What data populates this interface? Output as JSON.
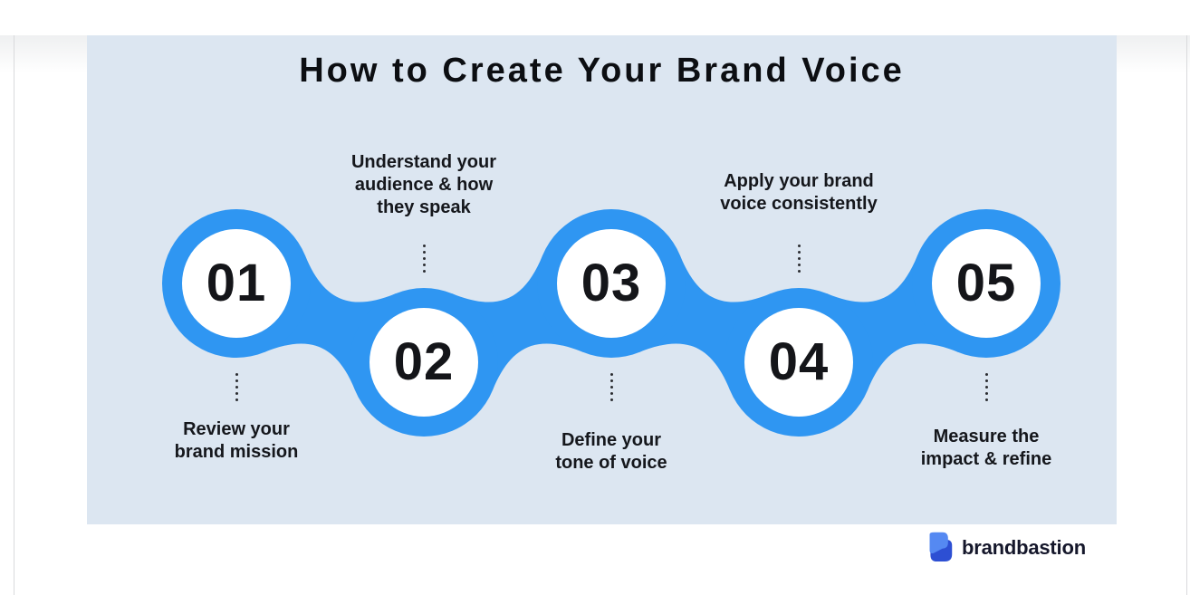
{
  "infographic": {
    "title": "How to Create Your Brand Voice",
    "steps": [
      {
        "number": "01",
        "label": "Review your\nbrand mission",
        "label_position": "below"
      },
      {
        "number": "02",
        "label": "Understand your\naudience & how\nthey speak",
        "label_position": "above"
      },
      {
        "number": "03",
        "label": "Define your\ntone of voice",
        "label_position": "below"
      },
      {
        "number": "04",
        "label": "Apply your brand\nvoice consistently",
        "label_position": "above"
      },
      {
        "number": "05",
        "label": "Measure the\nimpact & refine",
        "label_position": "below"
      }
    ],
    "colors": {
      "panel_background": "#dce6f1",
      "chain_blue": "#2f96f2",
      "circle_fill": "#ffffff",
      "step_number_text": "#141519",
      "label_text": "#15171c",
      "dot_color": "#2b2d31"
    }
  },
  "footer": {
    "brand_name": "brandbastion",
    "logo_icon": "brandbastion-b-icon",
    "logo_colors": {
      "icon_light_blue": "#5589f2",
      "icon_dark_blue": "#2d4fd3",
      "text": "#15172b"
    }
  }
}
